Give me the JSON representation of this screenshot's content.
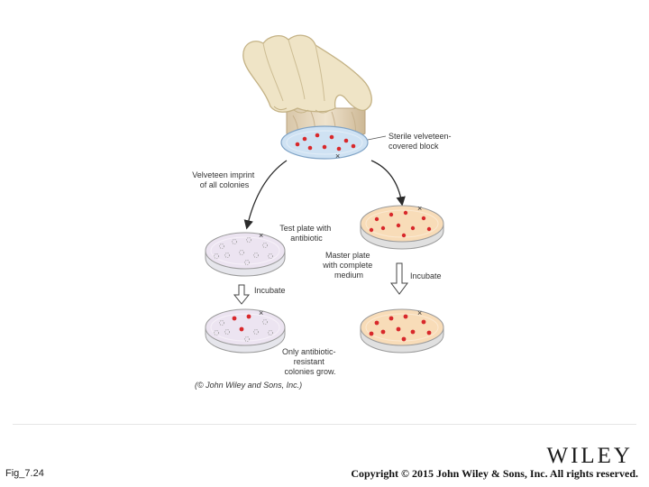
{
  "figure": {
    "labels": {
      "block": [
        "Sterile velveteen-",
        "covered block"
      ],
      "imprint": [
        "Velveteen imprint",
        "of all colonies"
      ],
      "test_plate": [
        "Test plate with",
        "antibiotic"
      ],
      "master_plate": [
        "Master plate",
        "with complete",
        "medium"
      ],
      "incubate_left": "Incubate",
      "incubate_right": "Incubate",
      "result": [
        "Only antibiotic-",
        "resistant",
        "colonies grow."
      ],
      "credit": "(© John Wiley and Sons, Inc.)",
      "orientation_mark": "×"
    },
    "colors": {
      "test_plate_agar": "#ece4f1",
      "master_plate_agar": "#f8dcb8",
      "block_face": "#cfe2f3",
      "colony": "#d8282b",
      "glove": "#efe4c6",
      "wood": "#e9dac2"
    }
  },
  "footer": {
    "fig_id": "Fig_7.24",
    "brand": "WILEY",
    "copyright": "Copyright © 2015 John Wiley & Sons, Inc. All rights reserved."
  }
}
